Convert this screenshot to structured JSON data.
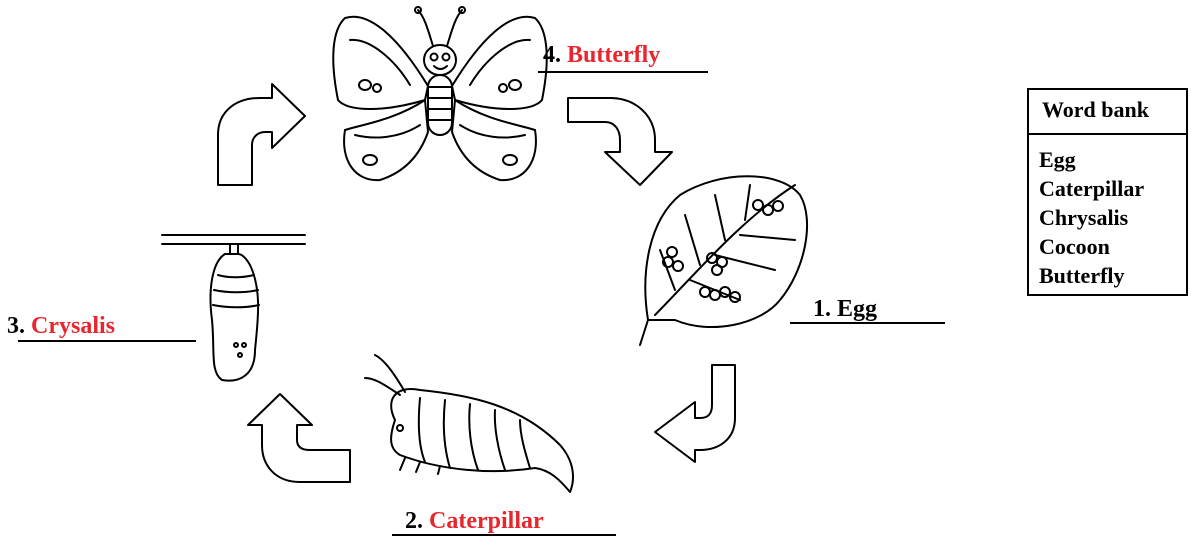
{
  "stages": [
    {
      "number": "1.",
      "name": "Egg",
      "answered": false
    },
    {
      "number": "2.",
      "name": "Caterpillar",
      "answered": true
    },
    {
      "number": "3.",
      "name": "Crysalis",
      "answered": true
    },
    {
      "number": "4.",
      "name": "Butterfly",
      "answered": true
    }
  ],
  "word_bank": {
    "title": "Word bank",
    "words": [
      "Egg",
      "Caterpillar",
      "Chrysalis",
      "Cocoon",
      "Butterfly"
    ]
  },
  "colors": {
    "answer_text": "#e8262d",
    "ink": "#000000",
    "background": "#ffffff"
  }
}
